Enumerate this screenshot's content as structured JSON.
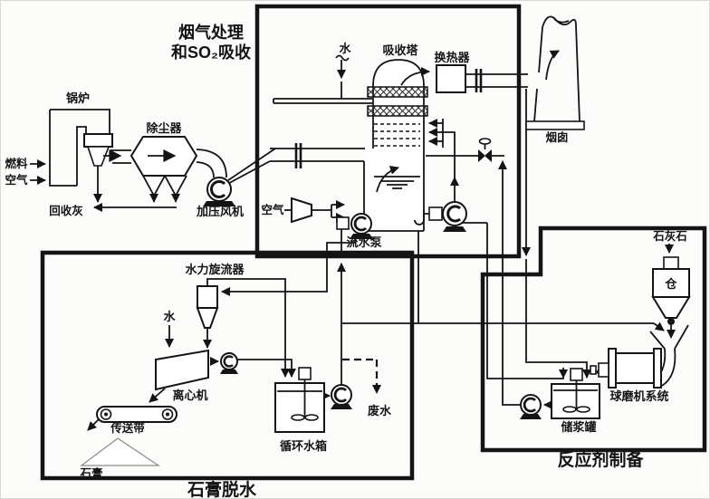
{
  "diagram": {
    "type": "process-flow-diagram",
    "subject": "limestone-gypsum wet flue gas desulfurization (FGD) system",
    "title": {
      "line1": "烟气处理",
      "line2": "和SO₂吸收"
    },
    "flue_gas": {
      "boiler": "锅炉",
      "fuel": "燃料",
      "air": "空气",
      "recovered_ash": "回收灰",
      "dust_collector": "除尘器",
      "booster_fan": "加压风机",
      "oxidation_air": "空气",
      "wash_water": "水",
      "absorber": "吸收塔",
      "heat_exchanger": "换热器",
      "stack": "烟囱",
      "flush_pump": "流水泵"
    },
    "dewatering": {
      "caption": "石膏脱水",
      "hydrocyclone": "水力旋流器",
      "water": "水",
      "centrifuge": "离心机",
      "conveyor": "传送带",
      "gypsum": "石膏",
      "circulating_tank": "循环水箱",
      "wastewater": "废水"
    },
    "reagent": {
      "caption": "反应剂制备",
      "limestone": "石灰石",
      "silo": "仓",
      "ball_mill": "球磨机系统",
      "slurry_tank": "储浆罐"
    },
    "colors": {
      "ink": "#141414",
      "paper": "#fcfcfa"
    }
  }
}
